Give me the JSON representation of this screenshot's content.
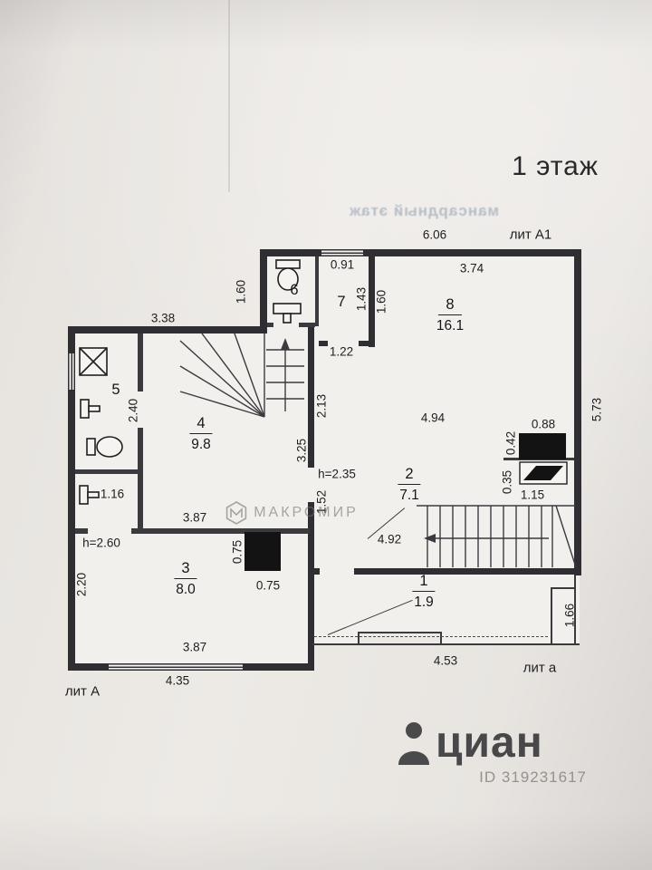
{
  "title": "1 этаж",
  "bleed": "мансардный этаж",
  "labels": {
    "lit_a1": "лит А1",
    "lit_a": "лит А",
    "lit_a_small": "лит а"
  },
  "rooms": {
    "r1": {
      "num": "1",
      "area": "1.9"
    },
    "r2": {
      "num": "2",
      "area": "7.1"
    },
    "r3": {
      "num": "3",
      "area": "8.0"
    },
    "r4": {
      "num": "4",
      "area": "9.8"
    },
    "r5": {
      "num": "5"
    },
    "r6": {
      "num": "6"
    },
    "r7": {
      "num": "7"
    },
    "r8": {
      "num": "8",
      "area": "16.1"
    }
  },
  "dims": {
    "top_width": "6.06",
    "a1_top": "3.74",
    "r7_window": "0.91",
    "r7_height": "1.43",
    "r6_height": "1.60",
    "r8_left": "1.60",
    "r7_bottom": "1.22",
    "lb_top": "3.38",
    "r5_height": "2.40",
    "stair_side": "2.13",
    "mid_side": "3.25",
    "door_side": "1.52",
    "r8_width": "4.94",
    "flue_width": "0.88",
    "flue_height": "0.42",
    "flue_bottom": "0.35",
    "flue_right": "1.15",
    "right_height": "5.73",
    "h_room2": "h=2.35",
    "lobby_width": "1.16",
    "r4_width": "3.87",
    "stove_left": "0.75",
    "stove_bottom": "0.75",
    "h_room3": "h=2.60",
    "left_height": "2.20",
    "r2_width": "4.92",
    "r3_width": "3.87",
    "bottom_width": "4.35",
    "porch_width": "4.53",
    "porch_height": "1.66"
  },
  "watermark": "МАКРОМИР",
  "brand": {
    "name": "циан",
    "id": "ID 319231617"
  }
}
